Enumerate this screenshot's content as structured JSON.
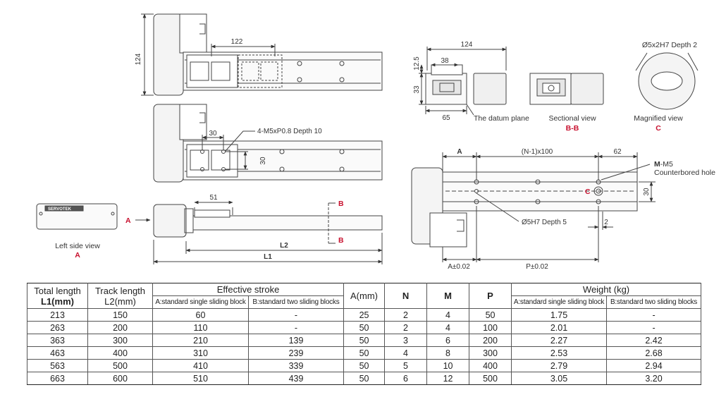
{
  "drawing": {
    "dims": {
      "top_height": "124",
      "top_width": "122",
      "mount_hole": "4-M5xP0.8 Depth 10",
      "pitch_h": "30",
      "pitch_v": "30",
      "offset": "51",
      "L2": "L2",
      "L1": "L1",
      "B_top": "B",
      "B_bottom": "B",
      "A_arrow": "A",
      "end_width": "124",
      "end_h1": "12.5",
      "end_h2": "33",
      "end_w1": "38",
      "end_w2": "65",
      "hole_detail": "Ø5x2H7 Depth 2",
      "base_A": "A",
      "base_pitch": "(N-1)x100",
      "base_62": "62",
      "base_M": "M",
      "base_MM5": "-M5",
      "base_counterbore": "Counterbored hole",
      "base_30": "30",
      "base_C": "C",
      "base_pin": "Ø5H7 Depth 5",
      "base_2": "2",
      "base_A_tol": "A±0.02",
      "base_P_tol": "P±0.02"
    },
    "labels": {
      "left_side": "Left side view",
      "left_side_letter": "A",
      "datum": "The datum plane",
      "sectional": "Sectional view",
      "sectional_letter": "B-B",
      "magnified": "Magnified view",
      "magnified_letter": "C",
      "logo": "SERVOTEK"
    }
  },
  "table": {
    "headers": {
      "total_length": "Total length",
      "total_length_sub": "L1(mm)",
      "track_length": "Track length",
      "track_length_sub": "L2(mm)",
      "effective_stroke": "Effective stroke",
      "stroke_a": "A:standard single sliding block",
      "stroke_b": "B:standard two sliding blocks",
      "a_mm": "A(mm)",
      "n": "N",
      "m": "M",
      "p": "P",
      "weight": "Weight (kg)",
      "weight_a": "A:standard single sliding block",
      "weight_b": "B:standard two sliding blocks"
    },
    "rows": [
      [
        "213",
        "150",
        "60",
        "-",
        "25",
        "2",
        "4",
        "50",
        "1.75",
        "-"
      ],
      [
        "263",
        "200",
        "110",
        "-",
        "50",
        "2",
        "4",
        "100",
        "2.01",
        "-"
      ],
      [
        "363",
        "300",
        "210",
        "139",
        "50",
        "3",
        "6",
        "200",
        "2.27",
        "2.42"
      ],
      [
        "463",
        "400",
        "310",
        "239",
        "50",
        "4",
        "8",
        "300",
        "2.53",
        "2.68"
      ],
      [
        "563",
        "500",
        "410",
        "339",
        "50",
        "5",
        "10",
        "400",
        "2.79",
        "2.94"
      ],
      [
        "663",
        "600",
        "510",
        "439",
        "50",
        "6",
        "12",
        "500",
        "3.05",
        "3.20"
      ]
    ]
  }
}
